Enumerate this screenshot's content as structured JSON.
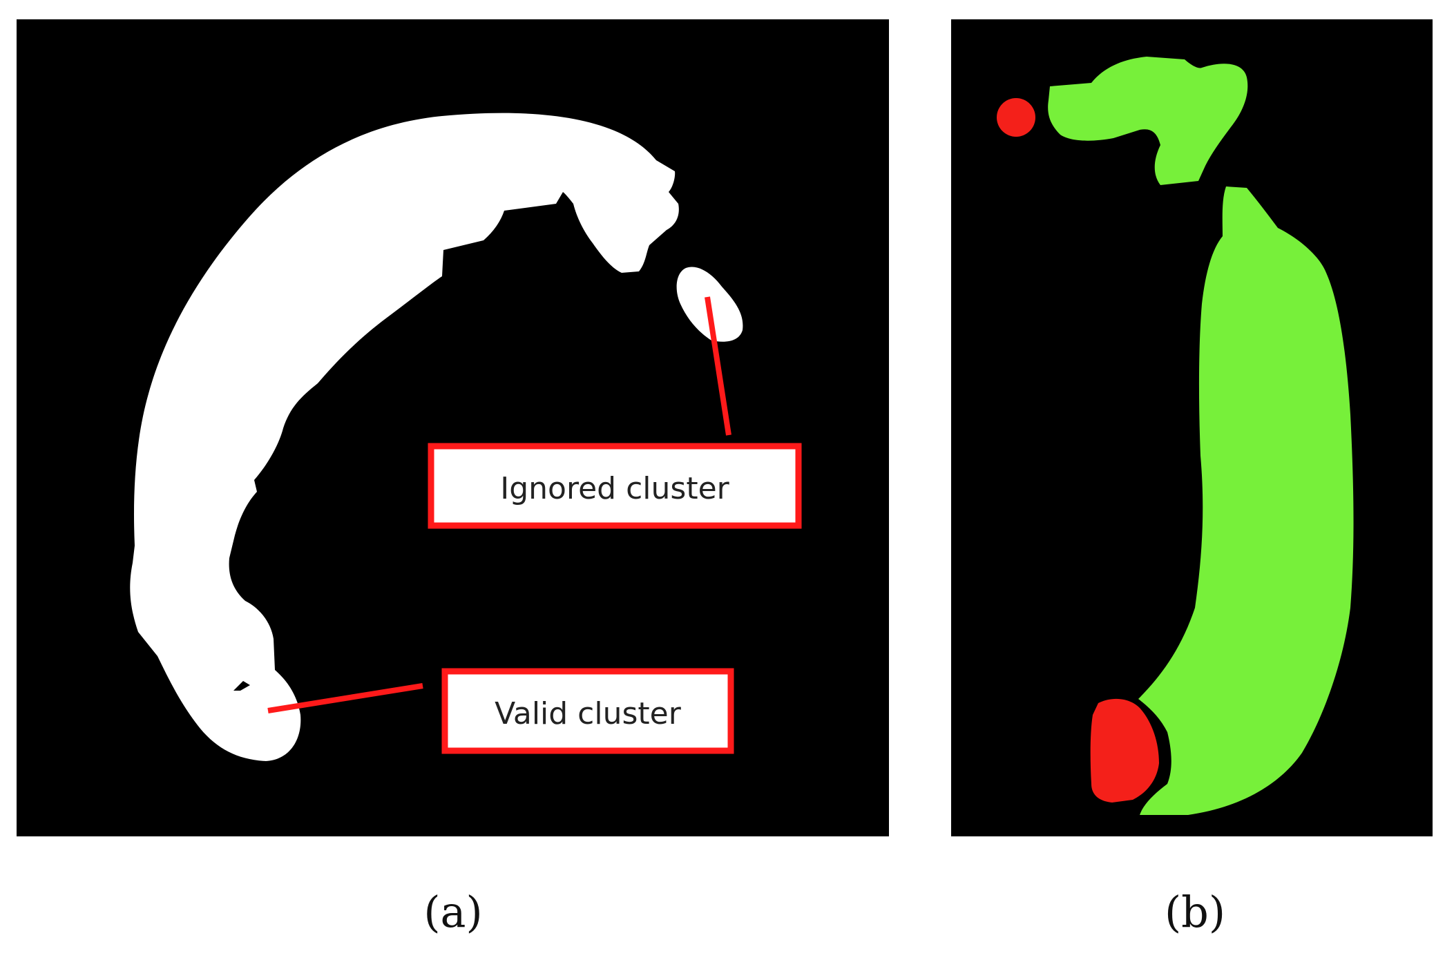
{
  "panels": [
    {
      "id": "a",
      "caption": "(a)",
      "labels": {
        "ignored": "Ignored cluster",
        "valid": "Valid cluster"
      }
    },
    {
      "id": "b",
      "caption": "(b)"
    }
  ],
  "colors": {
    "background": "#000000",
    "binary_mask": "#ffffff",
    "annotation": "#ff1a1a",
    "valid_region": "#77f03a",
    "rejected_region": "#f4201a"
  }
}
